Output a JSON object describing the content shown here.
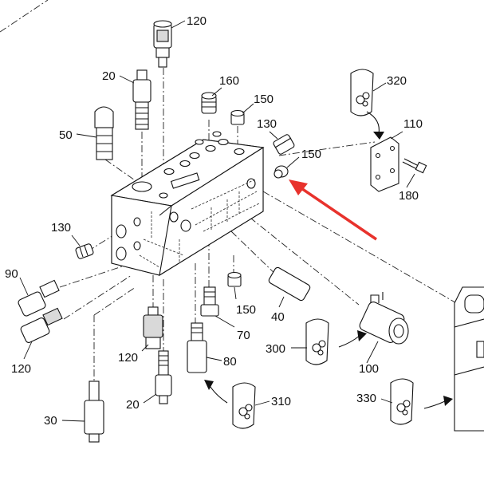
{
  "labels": {
    "l120a": "120",
    "l20a": "20",
    "l160": "160",
    "l150a": "150",
    "l130a": "130",
    "l150b": "150",
    "l320": "320",
    "l110": "110",
    "l180": "180",
    "l50": "50",
    "l130b": "130",
    "l90": "90",
    "l120b": "120",
    "l120c": "120",
    "l150c": "150",
    "l40": "40",
    "l70": "70",
    "l300": "300",
    "l80": "80",
    "l100": "100",
    "l20b": "20",
    "l310": "310",
    "l30": "30",
    "l330": "330"
  },
  "colors": {
    "line": "#111111",
    "arrow": "#e8322c",
    "background": "#ffffff"
  }
}
